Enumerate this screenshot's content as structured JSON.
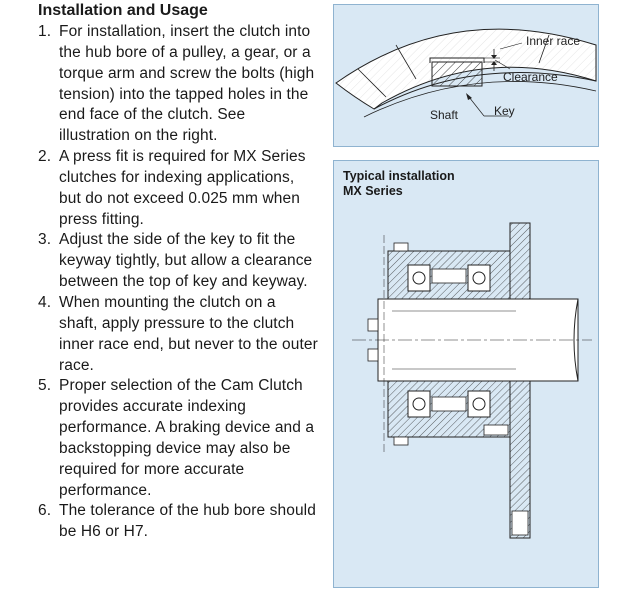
{
  "heading": "Installation and Usage",
  "steps": [
    {
      "num": "1.",
      "text": "For installation, insert the clutch into the hub bore of a pulley, a gear, or a torque arm and screw the bolts (high tension) into the tapped holes in the end face of the clutch. See illustration on the right."
    },
    {
      "num": "2.",
      "text": "A press fit is required for MX Series clutches for indexing applications, but do not exceed 0.025 mm when press fitting."
    },
    {
      "num": "3.",
      "text": "Adjust the side of the key to fit the keyway tightly, but allow a clearance between the top of key and keyway."
    },
    {
      "num": "4.",
      "text": "When mounting the clutch on a shaft, apply pressure to the clutch inner race end, but never to the outer race."
    },
    {
      "num": "5.",
      "text": "Proper selection of the Cam Clutch provides accurate indexing performance. A braking device and a backstopping device may also be required for more accurate performance."
    },
    {
      "num": "6.",
      "text": "The tolerance of the hub bore should be H6 or H7."
    }
  ],
  "key_diagram": {
    "labels": {
      "inner_race": "Inner race",
      "clearance": "Clearance",
      "shaft": "Shaft",
      "key": "Key"
    }
  },
  "installation_diagram": {
    "caption_line1": "Typical installation",
    "caption_line2": "MX Series"
  },
  "colors": {
    "panel_bg": "#d9e8f4",
    "panel_border": "#8fb3d0",
    "line": "#222222"
  }
}
